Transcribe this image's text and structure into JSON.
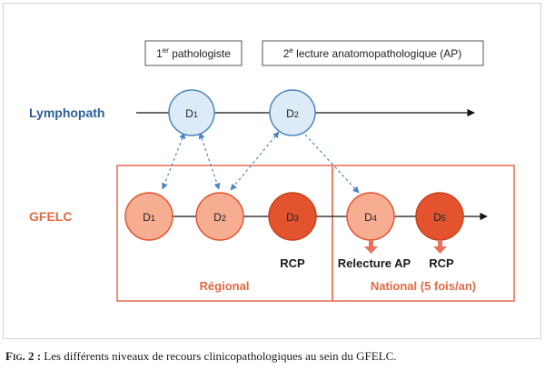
{
  "header": {
    "box1_sup": "er",
    "box1_prefix": "1",
    "box1_text": " pathologiste",
    "box2_prefix": "2",
    "box2_sup": "e",
    "box2_text": " lecture anatomopathologique (AP)"
  },
  "rows": {
    "top_label": "Lymphopath",
    "bottom_label": "GFELC"
  },
  "top_nodes": [
    {
      "id": "D1",
      "main": "D",
      "sub": "1"
    },
    {
      "id": "D2",
      "main": "D",
      "sub": "2"
    }
  ],
  "bottom_nodes": [
    {
      "id": "D1",
      "main": "D",
      "sub": "1"
    },
    {
      "id": "D2",
      "main": "D",
      "sub": "2"
    },
    {
      "id": "D3",
      "main": "D",
      "sub": "3"
    },
    {
      "id": "D4",
      "main": "D",
      "sub": "4"
    },
    {
      "id": "D5",
      "main": "D",
      "sub": "5"
    }
  ],
  "node_labels": {
    "d3": "RCP",
    "d4": "Relecture AP",
    "d5": "RCP"
  },
  "sections": {
    "regional": "Régional",
    "national": "National (5 fois/an)"
  },
  "caption": {
    "fig": "Fig. 2 :",
    "text": " Les différents niveaux de recours clinicopathologiques au sein du GFELC."
  },
  "colors": {
    "blue_text": "#2e5f95",
    "blue_fill": "#dcebf7",
    "blue_stroke": "#4f86bf",
    "orange_text": "#e26a43",
    "orange_light": "#f6ad91",
    "orange_dark": "#e2532e",
    "box_stroke": "#e8735a"
  }
}
